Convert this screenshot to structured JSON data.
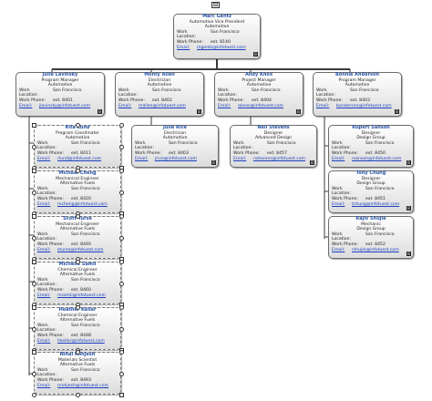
{
  "labels": {
    "location": "Work Location:",
    "phone": "Work Phone:",
    "email": "Email:"
  },
  "expand_glyph": "⊟",
  "people": [
    {
      "id": "marc",
      "name": "Marc Gentz",
      "title": "Automotive Vice President",
      "dept": "Automotive",
      "location": "San Francisco",
      "phone": "ext. 8140",
      "email": "mgentz@infotuest.com"
    },
    {
      "id": "julie-l",
      "name": "Julie Lavinsky",
      "title": "Program Manager",
      "dept": "Automotive",
      "location": "San Francisco",
      "phone": "ext. 8401",
      "email": "jlavinsky@infotuest.com"
    },
    {
      "id": "monty",
      "name": "Monty Allen",
      "title": "Electrician",
      "dept": "Automotive",
      "location": "San Francisco",
      "phone": "ext. 8402",
      "email": "mallen@infotuest.com"
    },
    {
      "id": "andy",
      "name": "Andy Knox",
      "title": "Project Manager",
      "dept": "Automotive",
      "location": "San Francisco",
      "phone": "ext. 8404",
      "email": "aknox@infotuest.com"
    },
    {
      "id": "bonnie",
      "name": "Bonnie Anderson",
      "title": "Program Manager",
      "dept": "Automotive",
      "location": "San Francisco",
      "phone": "ext. 8403",
      "email": "banderson@infotuest.com"
    },
    {
      "id": "rita",
      "name": "Rita Lund",
      "title": "Program Coordinator",
      "dept": "Automotive",
      "location": "San Francisco",
      "phone": "ext. 8411",
      "email": "rlund@infotuest.com"
    },
    {
      "id": "julie-r",
      "name": "Julie Rice",
      "title": "Electrician",
      "dept": "Automotive",
      "location": "San Francisco",
      "phone": "ext. 8403",
      "email": "jrice@infotuest.com"
    },
    {
      "id": "neil",
      "name": "Neil Stevens",
      "title": "Designer",
      "dept": "Advanced Design",
      "location": "San Francisco",
      "phone": "ext. 8457",
      "email": "nstevens@infotuest.com"
    },
    {
      "id": "rupert",
      "name": "Rupert Sanson",
      "title": "Designer",
      "dept": "Design Group",
      "location": "San Francisco",
      "phone": "ext. 8450",
      "email": "rsanson@infotuest.com"
    },
    {
      "id": "micheal",
      "name": "Micheal Cheng",
      "title": "Mechanical Engineer",
      "dept": "Alternative Fuels",
      "location": "San Francisco",
      "phone": "ext. 8420",
      "email": "mcheng@infotuest.com"
    },
    {
      "id": "tony",
      "name": "Tony Chung",
      "title": "Designer",
      "dept": "Design Group",
      "location": "San Francisco",
      "phone": "ext. 8451",
      "email": "tchung@infotuest.com"
    },
    {
      "id": "scott",
      "name": "Scott Turse",
      "title": "Mechanical Engineer",
      "dept": "Alternative Fuels",
      "location": "San Francisco",
      "phone": "ext. 8440",
      "email": "sturse@infotuest.com"
    },
    {
      "id": "rajiv",
      "name": "Rajiv Shujle",
      "title": "Mechanic",
      "dept": "Design Group",
      "location": "San Francisco",
      "phone": "ext. 8452",
      "email": "rshujle@infotuest.com"
    },
    {
      "id": "michelle",
      "name": "Michelle Samli",
      "title": "Chemical Engineer",
      "dept": "Alternative Fuels",
      "location": "San Francisco",
      "phone": "ext. 8460",
      "email": "msamli@infotuest.com"
    },
    {
      "id": "heather",
      "name": "Heather Keller",
      "title": "Chemical Engineer",
      "dept": "Alternative Fuels",
      "location": "San Francisco",
      "phone": "ext. 8448",
      "email": "hkeller@infotuest.com"
    },
    {
      "id": "nihal",
      "name": "Nihal Rohjesh",
      "title": "Materials Scientist",
      "dept": "Alternative Fuels",
      "location": "San Francisco",
      "phone": "ext. 8493",
      "email": "nrohjesh@infotuest.com"
    }
  ]
}
